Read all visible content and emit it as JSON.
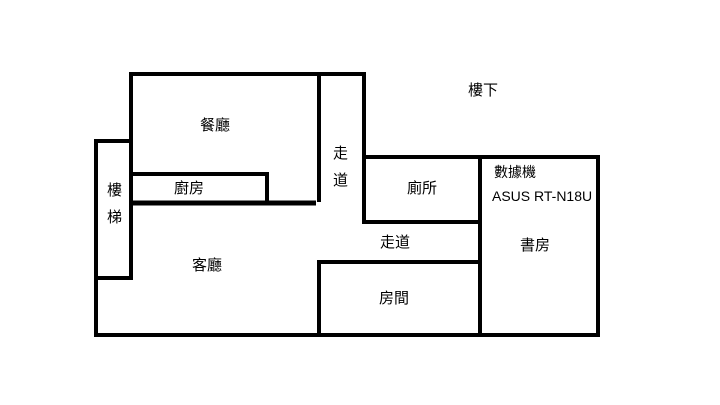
{
  "floor_label": "樓下",
  "rooms": {
    "dining": "餐廳",
    "kitchen": "廚房",
    "stairs_top": "樓",
    "stairs_bottom": "梯",
    "living": "客廳",
    "hallway_vertical_top": "走",
    "hallway_vertical_bottom": "道",
    "toilet": "廁所",
    "hallway": "走道",
    "room": "房間",
    "study": "書房"
  },
  "device": {
    "label": "數據機",
    "model": "ASUS RT-N18U"
  },
  "colors": {
    "wall": "#000000",
    "background": "#ffffff"
  }
}
